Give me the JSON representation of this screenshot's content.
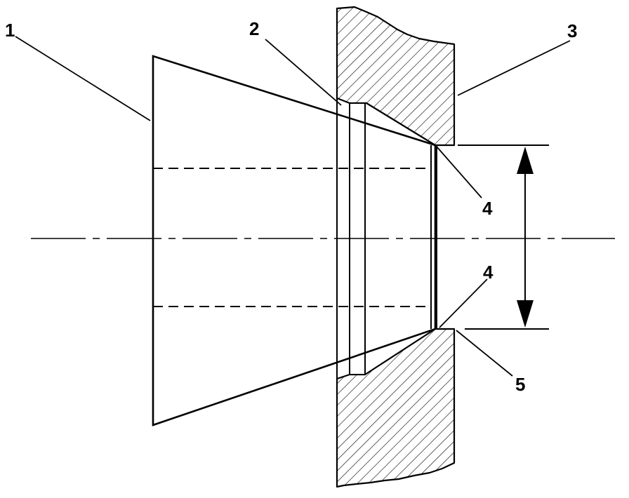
{
  "diagram": {
    "callouts": {
      "cone_label": "1",
      "groove_label": "2",
      "plate_label": "3",
      "edge_upper_label": "4",
      "edge_lower_label": "4",
      "face_label": "5"
    },
    "colors": {
      "stroke": "#000000",
      "hatch": "#000000",
      "background": "#ffffff"
    }
  }
}
